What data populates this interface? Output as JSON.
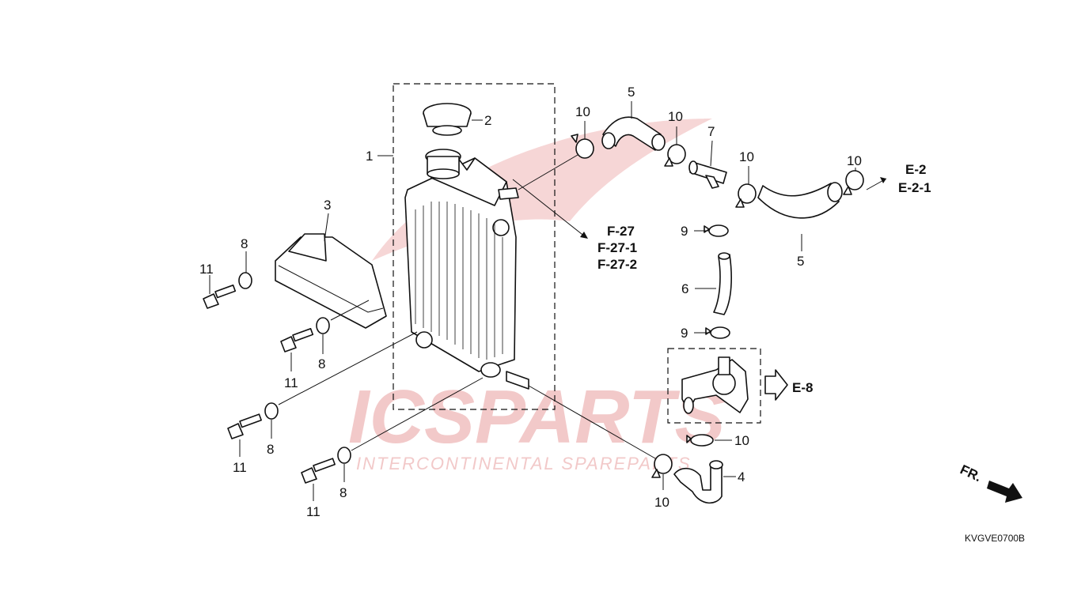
{
  "watermark": {
    "brand": "ICSPARTS",
    "tagline": "INTERCONTINENTAL SPAREPARTS",
    "color": "#f2c9c9"
  },
  "callouts": {
    "radiator": "1",
    "cap": "2",
    "cover": "3",
    "hose_upper_a": "5",
    "hose_upper_b": "5",
    "hose_lower": "4",
    "hose_small": "6",
    "joint": "7",
    "washer_1": "8",
    "washer_2": "8",
    "washer_3": "8",
    "washer_4": "8",
    "clip_1": "9",
    "clip_2": "9",
    "clamp_1": "10",
    "clamp_2": "10",
    "clamp_3": "10",
    "clamp_4": "10",
    "clamp_5": "10",
    "clamp_6": "10",
    "bolt_1": "11",
    "bolt_2": "11",
    "bolt_3": "11",
    "bolt_4": "11"
  },
  "references": {
    "f27": "F-27",
    "f27_1": "F-27-1",
    "f27_2": "F-27-2",
    "e2": "E-2",
    "e2_1": "E-2-1",
    "e8": "E-8"
  },
  "front_marker": "FR.",
  "diagram_code": "KVGVE0700B"
}
